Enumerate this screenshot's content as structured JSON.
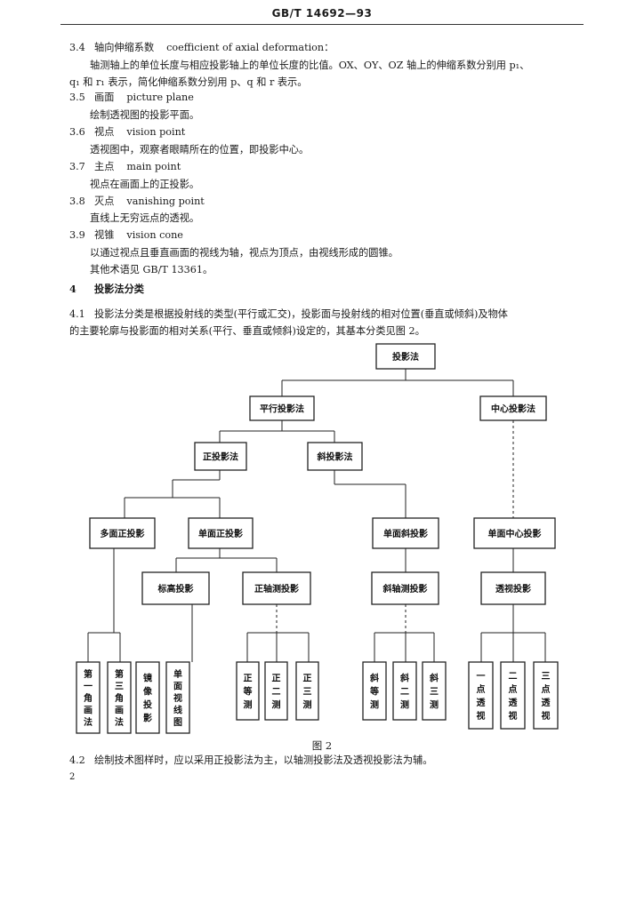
{
  "header": {
    "standard": "GB/T 14692—93"
  },
  "clauses": [
    {
      "num": "3.4",
      "title": "轴向伸缩系数",
      "en": "coefficient of axial deformation："
    },
    {
      "text": "轴测轴上的单位长度与相应投影轴上的单位长度的比值。OX、OY、OZ 轴上的伸缩系数分别用 p₁、"
    },
    {
      "text": "q₁ 和 r₁ 表示，简化伸缩系数分别用 p、q 和 r 表示。"
    },
    {
      "num": "3.5",
      "title": "画面",
      "en": "picture plane"
    },
    {
      "text": "绘制透视图的投影平面。"
    },
    {
      "num": "3.6",
      "title": "视点",
      "en": "vision point"
    },
    {
      "text": "透视图中，观察者眼睛所在的位置，即投影中心。"
    },
    {
      "num": "3.7",
      "title": "主点",
      "en": "main point"
    },
    {
      "text": "视点在画面上的正投影。"
    },
    {
      "num": "3.8",
      "title": "灭点",
      "en": "vanishing point"
    },
    {
      "text": "直线上无穷远点的透视。"
    },
    {
      "num": "3.9",
      "title": "视锥",
      "en": "vision cone"
    },
    {
      "text": "以通过视点且垂直画面的视线为轴，视点为顶点，由视线形成的圆锥。"
    },
    {
      "text": "其他术语见 GB/T 13361。"
    }
  ],
  "section4": {
    "num": "4",
    "title": "投影法分类"
  },
  "para41": {
    "num": "4.1",
    "line1": "投影法分类是根据投射线的类型(平行或汇交)，投影面与投射线的相对位置(垂直或倾斜)及物体",
    "line2": "的主要轮廓与投影面的相对关系(平行、垂直或倾斜)设定的，其基本分类见图 2。"
  },
  "diagram": {
    "root": "投影法",
    "parallel": "平行投影法",
    "central": "中心投影法",
    "ortho": "正投影法",
    "oblique": "斜投影法",
    "multiview": "多面正投影",
    "singleview": "单面正投影",
    "obliqueSingle": "单面斜投影",
    "centralSingle": "单面中心投影",
    "indexed": "标高投影",
    "orthoAxo": "正轴测投影",
    "obliqueAxo": "斜轴测投影",
    "perspective": "透视投影",
    "leaves": [
      "第一角画法",
      "第三角画法",
      "镜像投影",
      "单面视线图",
      "正等测",
      "正二测",
      "正三测",
      "斜等测",
      "斜二测",
      "斜三测",
      "一点透视",
      "二点透视",
      "三点透视"
    ]
  },
  "caption": "图 2",
  "para42": {
    "num": "4.2",
    "text": "绘制技术图样时，应以采用正投影法为主，以轴测投影法及透视投影法为辅。"
  },
  "page_number": "2"
}
